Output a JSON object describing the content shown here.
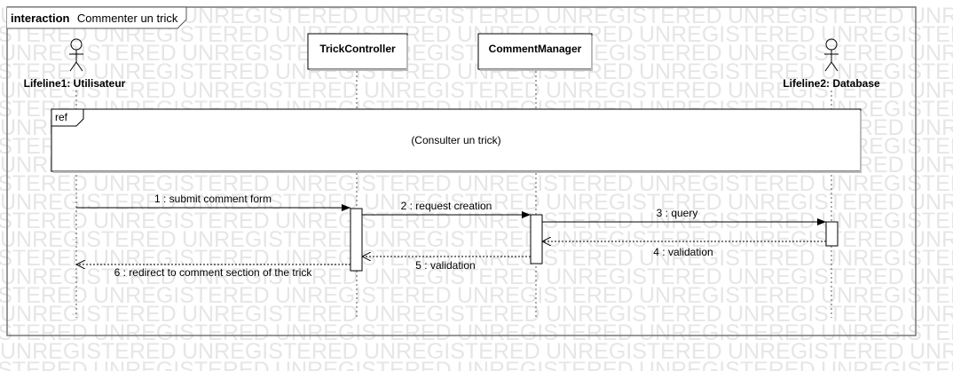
{
  "frame": {
    "keyword": "interaction",
    "title": "Commenter un trick"
  },
  "watermark": "UNREGISTERED",
  "lifelines": [
    {
      "id": "user",
      "kind": "actor",
      "label": "Lifeline1: Utilisateur"
    },
    {
      "id": "trick",
      "kind": "box",
      "label": "TrickController"
    },
    {
      "id": "comment",
      "kind": "box",
      "label": "CommentManager"
    },
    {
      "id": "db",
      "kind": "actor",
      "label": "Lifeline2: Database"
    }
  ],
  "ref": {
    "keyword": "ref",
    "label": "(Consulter un trick)"
  },
  "messages": [
    {
      "from": "user",
      "to": "trick",
      "label": "1 : submit comment form",
      "type": "sync"
    },
    {
      "from": "trick",
      "to": "comment",
      "label": "2 : request creation",
      "type": "sync"
    },
    {
      "from": "comment",
      "to": "db",
      "label": "3 : query",
      "type": "sync"
    },
    {
      "from": "db",
      "to": "comment",
      "label": "4 : validation",
      "type": "return"
    },
    {
      "from": "comment",
      "to": "trick",
      "label": "5 : validation",
      "type": "return"
    },
    {
      "from": "trick",
      "to": "user",
      "label": "6 : redirect to comment section of the trick",
      "type": "return"
    }
  ]
}
